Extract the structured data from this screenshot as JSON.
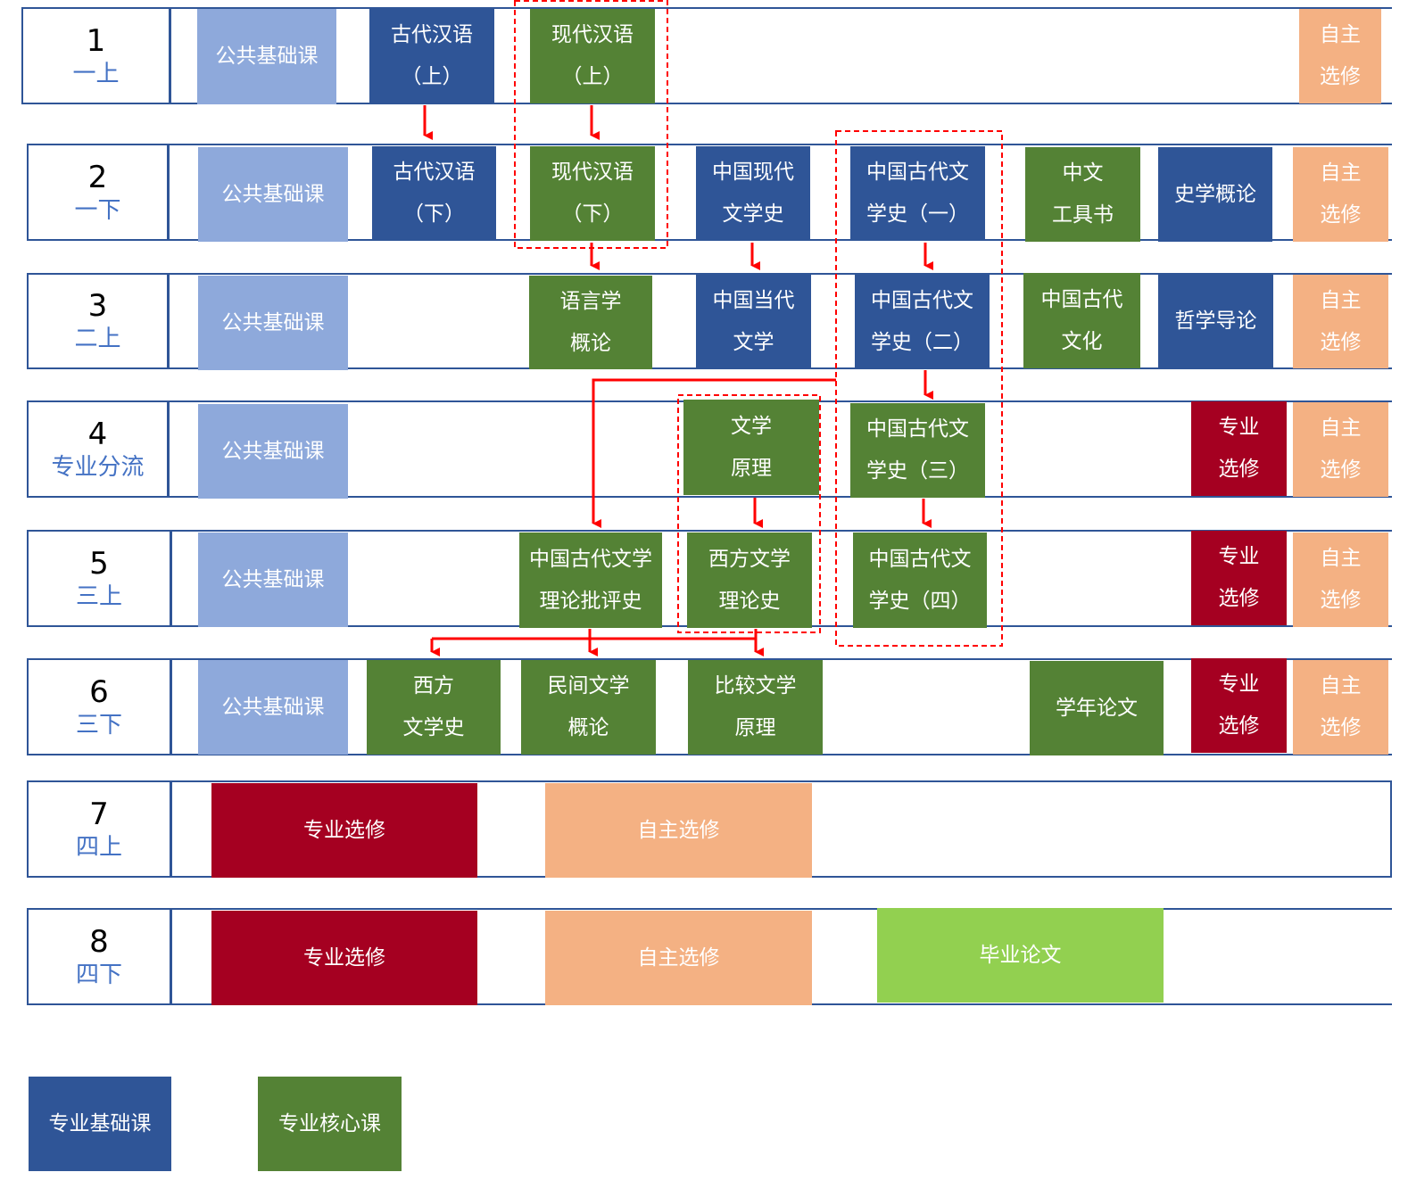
{
  "semesters": [
    {
      "num": "1",
      "term": "一上"
    },
    {
      "num": "2",
      "term": "一下"
    },
    {
      "num": "3",
      "term": "二上"
    },
    {
      "num": "4",
      "term": "专业分流"
    },
    {
      "num": "5",
      "term": "三上"
    },
    {
      "num": "6",
      "term": "三下"
    },
    {
      "num": "7",
      "term": "四上"
    },
    {
      "num": "8",
      "term": "四下"
    }
  ],
  "public_course": "公共基础课",
  "courses": {
    "ancient_chinese_1": [
      "古代汉语",
      "（上）"
    ],
    "modern_chinese_1": [
      "现代汉语",
      "（上）"
    ],
    "self_elective_stacked": [
      "自主",
      "选修"
    ],
    "ancient_chinese_2": [
      "古代汉语",
      "（下）"
    ],
    "modern_chinese_2": [
      "现代汉语",
      "（下）"
    ],
    "modern_lit_history": [
      "中国现代",
      "文学史"
    ],
    "ancient_lit_history_1": [
      "中国古代文",
      "学史（一）"
    ],
    "chinese_reference": [
      "中文",
      "工具书"
    ],
    "history_intro": "史学概论",
    "linguistics_intro": [
      "语言学",
      "概论"
    ],
    "contemporary_lit": [
      "中国当代",
      "文学"
    ],
    "ancient_lit_history_2": [
      "中国古代文",
      "学史（二）"
    ],
    "ancient_culture": [
      "中国古代",
      "文化"
    ],
    "philosophy_intro": "哲学导论",
    "literary_theory": [
      "文学",
      "原理"
    ],
    "ancient_lit_history_3": [
      "中国古代文",
      "学史（三）"
    ],
    "major_elective_stacked": [
      "专业",
      "选修"
    ],
    "ancient_criticism": [
      "中国古代文学",
      "理论批评史"
    ],
    "western_theory": [
      "西方文学",
      "理论史"
    ],
    "ancient_lit_history_4": [
      "中国古代文",
      "学史（四）"
    ],
    "western_lit_history": [
      "西方",
      "文学史"
    ],
    "folk_lit": [
      "民间文学",
      "概论"
    ],
    "comparative_lit": [
      "比较文学",
      "原理"
    ],
    "annual_paper": "学年论文",
    "major_elective": "专业选修",
    "self_elective": "自主选修",
    "graduation_thesis": "毕业论文"
  },
  "legend": {
    "base": "专业基础课",
    "core": "专业核心课"
  },
  "colors": {
    "public": "#8EA9DB",
    "base": "#2F5597",
    "core": "#548235",
    "major_elective": "#A50021",
    "self_elective": "#F4B183",
    "thesis": "#92D050",
    "arrow": "#FF0000"
  }
}
